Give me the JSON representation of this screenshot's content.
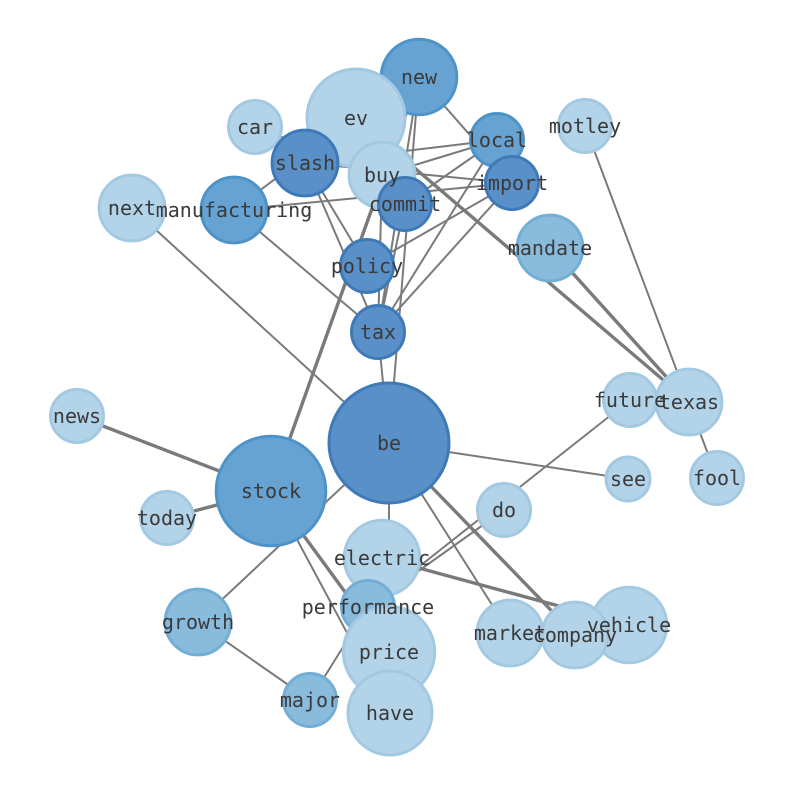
{
  "colors": {
    "edge": "#7a7a7a",
    "label": "#3a3a3a",
    "shades": {
      "light": {
        "fill": "#b3d3e8",
        "stroke": "#a3c9e2"
      },
      "medium": {
        "fill": "#89bbdc",
        "stroke": "#73aed6"
      },
      "strong": {
        "fill": "#66a3d2",
        "stroke": "#4d93c8"
      },
      "deep": {
        "fill": "#5a90c8",
        "stroke": "#3f7ab8"
      }
    }
  },
  "nodes": [
    {
      "id": "new",
      "label": "new",
      "weight": 3,
      "shade": "strong"
    },
    {
      "id": "ev",
      "label": "ev",
      "weight": 6,
      "shade": "light"
    },
    {
      "id": "car",
      "label": "car",
      "weight": 1,
      "shade": "light"
    },
    {
      "id": "local",
      "label": "local",
      "weight": 1,
      "shade": "strong"
    },
    {
      "id": "motley",
      "label": "motley",
      "weight": 1,
      "shade": "light"
    },
    {
      "id": "slash",
      "label": "slash",
      "weight": 2,
      "shade": "deep"
    },
    {
      "id": "buy",
      "label": "buy",
      "weight": 2,
      "shade": "light"
    },
    {
      "id": "import",
      "label": "import",
      "weight": 1,
      "shade": "deep"
    },
    {
      "id": "next",
      "label": "next",
      "weight": 2,
      "shade": "light"
    },
    {
      "id": "manufacturing",
      "label": "manufacturing",
      "weight": 2,
      "shade": "strong"
    },
    {
      "id": "commit",
      "label": "commit",
      "weight": 1,
      "shade": "deep"
    },
    {
      "id": "mandate",
      "label": "mandate",
      "weight": 2,
      "shade": "medium"
    },
    {
      "id": "policy",
      "label": "policy",
      "weight": 1,
      "shade": "deep"
    },
    {
      "id": "tax",
      "label": "tax",
      "weight": 1,
      "shade": "deep"
    },
    {
      "id": "future",
      "label": "future",
      "weight": 1,
      "shade": "light"
    },
    {
      "id": "texas",
      "label": "texas",
      "weight": 2,
      "shade": "light"
    },
    {
      "id": "news",
      "label": "news",
      "weight": 1,
      "shade": "light"
    },
    {
      "id": "be",
      "label": "be",
      "weight": 10,
      "shade": "deep"
    },
    {
      "id": "see",
      "label": "see",
      "weight": 0.5,
      "shade": "light"
    },
    {
      "id": "fool",
      "label": "fool",
      "weight": 1,
      "shade": "light"
    },
    {
      "id": "stock",
      "label": "stock",
      "weight": 8,
      "shade": "strong"
    },
    {
      "id": "today",
      "label": "today",
      "weight": 1,
      "shade": "light"
    },
    {
      "id": "do",
      "label": "do",
      "weight": 1,
      "shade": "light"
    },
    {
      "id": "electric",
      "label": "electric",
      "weight": 3,
      "shade": "light"
    },
    {
      "id": "performance",
      "label": "performance",
      "weight": 1,
      "shade": "medium"
    },
    {
      "id": "growth",
      "label": "growth",
      "weight": 2,
      "shade": "medium"
    },
    {
      "id": "vehicle",
      "label": "vehicle",
      "weight": 3,
      "shade": "light"
    },
    {
      "id": "market",
      "label": "market",
      "weight": 2,
      "shade": "light"
    },
    {
      "id": "company",
      "label": "company",
      "weight": 2,
      "shade": "light"
    },
    {
      "id": "price",
      "label": "price",
      "weight": 5,
      "shade": "light"
    },
    {
      "id": "major",
      "label": "major",
      "weight": 1,
      "shade": "medium"
    },
    {
      "id": "have",
      "label": "have",
      "weight": 4,
      "shade": "light"
    }
  ],
  "edges": [
    {
      "source": "new",
      "target": "slash",
      "weight": 1
    },
    {
      "source": "new",
      "target": "import",
      "weight": 1
    },
    {
      "source": "new",
      "target": "tax",
      "weight": 1
    },
    {
      "source": "new",
      "target": "be",
      "weight": 1
    },
    {
      "source": "new",
      "target": "stock",
      "weight": 2
    },
    {
      "source": "ev",
      "target": "texas",
      "weight": 2
    },
    {
      "source": "ev",
      "target": "manufacturing",
      "weight": 1
    },
    {
      "source": "car",
      "target": "buy",
      "weight": 1
    },
    {
      "source": "slash",
      "target": "import",
      "weight": 1
    },
    {
      "source": "slash",
      "target": "tax",
      "weight": 1
    },
    {
      "source": "slash",
      "target": "local",
      "weight": 1
    },
    {
      "source": "slash",
      "target": "policy",
      "weight": 1
    },
    {
      "source": "local",
      "target": "buy",
      "weight": 1
    },
    {
      "source": "local",
      "target": "commit",
      "weight": 1
    },
    {
      "source": "local",
      "target": "tax",
      "weight": 1
    },
    {
      "source": "local",
      "target": "import",
      "weight": 1
    },
    {
      "source": "buy",
      "target": "commit",
      "weight": 1
    },
    {
      "source": "buy",
      "target": "tax",
      "weight": 1
    },
    {
      "source": "manufacturing",
      "target": "import",
      "weight": 1
    },
    {
      "source": "manufacturing",
      "target": "tax",
      "weight": 1
    },
    {
      "source": "policy",
      "target": "import",
      "weight": 1
    },
    {
      "source": "commit",
      "target": "tax",
      "weight": 1
    },
    {
      "source": "import",
      "target": "tax",
      "weight": 1
    },
    {
      "source": "motley",
      "target": "fool",
      "weight": 1
    },
    {
      "source": "mandate",
      "target": "texas",
      "weight": 2
    },
    {
      "source": "next",
      "target": "be",
      "weight": 1
    },
    {
      "source": "tax",
      "target": "be",
      "weight": 1
    },
    {
      "source": "be",
      "target": "see",
      "weight": 1
    },
    {
      "source": "be",
      "target": "growth",
      "weight": 1
    },
    {
      "source": "be",
      "target": "market",
      "weight": 1
    },
    {
      "source": "be",
      "target": "company",
      "weight": 2
    },
    {
      "source": "be",
      "target": "price",
      "weight": 1
    },
    {
      "source": "news",
      "target": "stock",
      "weight": 2
    },
    {
      "source": "today",
      "target": "stock",
      "weight": 2
    },
    {
      "source": "stock",
      "target": "price",
      "weight": 2
    },
    {
      "source": "stock",
      "target": "have",
      "weight": 1
    },
    {
      "source": "future",
      "target": "performance",
      "weight": 1
    },
    {
      "source": "do",
      "target": "performance",
      "weight": 1
    },
    {
      "source": "electric",
      "target": "vehicle",
      "weight": 2
    },
    {
      "source": "performance",
      "target": "major",
      "weight": 1
    },
    {
      "source": "growth",
      "target": "major",
      "weight": 1
    }
  ]
}
